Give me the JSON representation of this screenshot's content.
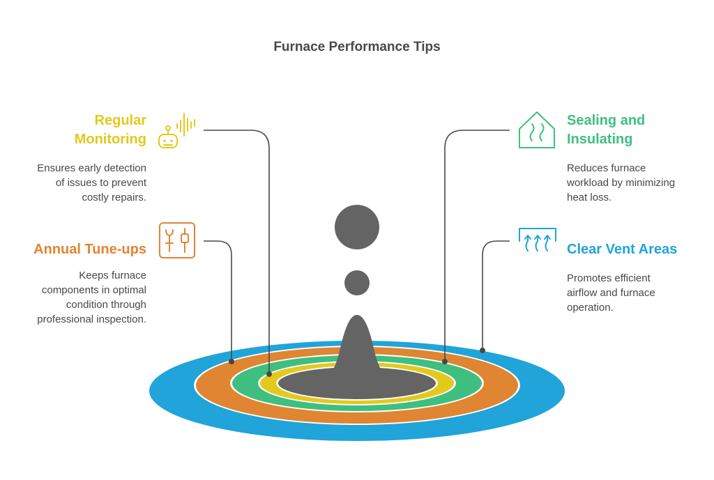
{
  "title": "Furnace Performance Tips",
  "colors": {
    "yellow": "#e3c91c",
    "orange": "#e08532",
    "green": "#3ebf7f",
    "blue": "#20a4d9",
    "gray": "#646464",
    "text": "#484848"
  },
  "items": [
    {
      "id": "regular-monitoring",
      "heading": [
        "Regular",
        "Monitoring"
      ],
      "description": [
        "Ensures early detection",
        "of issues to prevent",
        "costly repairs."
      ],
      "icon": "robot-sound-icon",
      "color": "#e3c91c"
    },
    {
      "id": "annual-tune-ups",
      "heading": [
        "Annual Tune-ups"
      ],
      "description": [
        "Keeps furnace",
        "components in optimal",
        "condition through",
        "professional inspection."
      ],
      "icon": "tools-icon",
      "color": "#e08532"
    },
    {
      "id": "sealing-and-insulating",
      "heading": [
        "Sealing and",
        "Insulating"
      ],
      "description": [
        "Reduces furnace",
        "workload by minimizing",
        "heat loss."
      ],
      "icon": "house-heat-icon",
      "color": "#3ebf7f"
    },
    {
      "id": "clear-vent-areas",
      "heading": [
        "Clear Vent Areas"
      ],
      "description": [
        "Promotes efficient",
        "airflow and furnace",
        "operation."
      ],
      "icon": "vent-airflow-icon",
      "color": "#20a4d9"
    }
  ]
}
